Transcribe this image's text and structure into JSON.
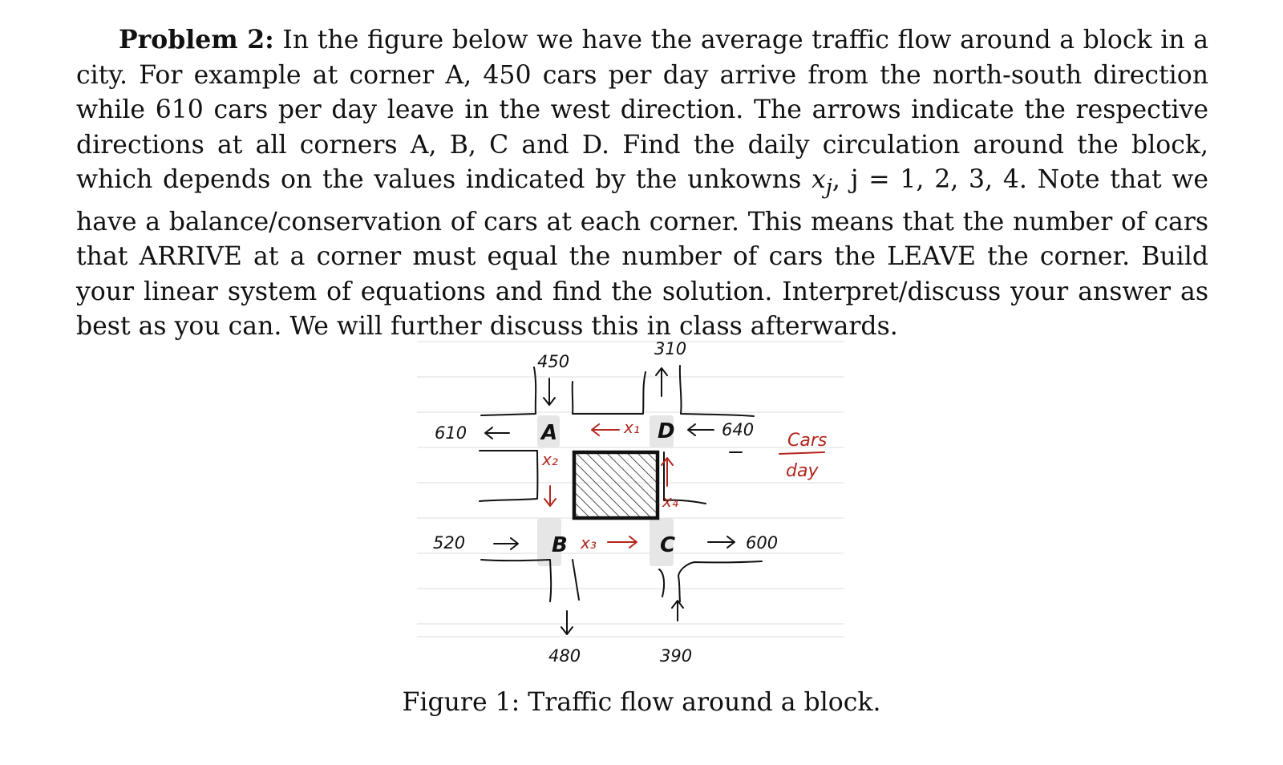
{
  "problem": {
    "heading": "Problem 2:",
    "text_before_var": " In the figure below we have the average traffic flow around a block in a city. For example at corner A, 450 cars per day arrive from the north-south direction while 610 cars per day leave in the west direction. The arrows indicate the respective directions at all corners A, B, C and D. Find the daily circulation around the block, which depends on the values indicated by the unkowns ",
    "var_symbol": "x",
    "var_subscript": "j",
    "index_expr": ",  j = 1, 2, 3, 4.",
    "text_after_var": " Note that we have a balance/conservation of cars at each corner. This means that the number of cars that ARRIVE at a corner must equal the number of cars the LEAVE the corner. Build your linear system of equations and find the solution. Interpret/discuss your answer as best as you can. We will further discuss this in class afterwards."
  },
  "figure": {
    "corners": {
      "a": "A",
      "b": "B",
      "c": "C",
      "d": "D"
    },
    "unknowns": {
      "x1": "x₁",
      "x2": "x₂",
      "x3": "x₃",
      "x4": "x₄"
    },
    "flows": {
      "a_north_in": "450",
      "a_west_out": "610",
      "d_north_out": "310",
      "d_east_in": "640",
      "b_west_in": "520",
      "b_south_out": "480",
      "c_east_out": "600",
      "c_south_in": "390"
    },
    "unit_numerator": "Cars",
    "unit_denominator": "day",
    "ink_color": "#111111",
    "annotation_color": "#b3261e"
  },
  "caption": "Figure 1:  Traffic flow around a block."
}
